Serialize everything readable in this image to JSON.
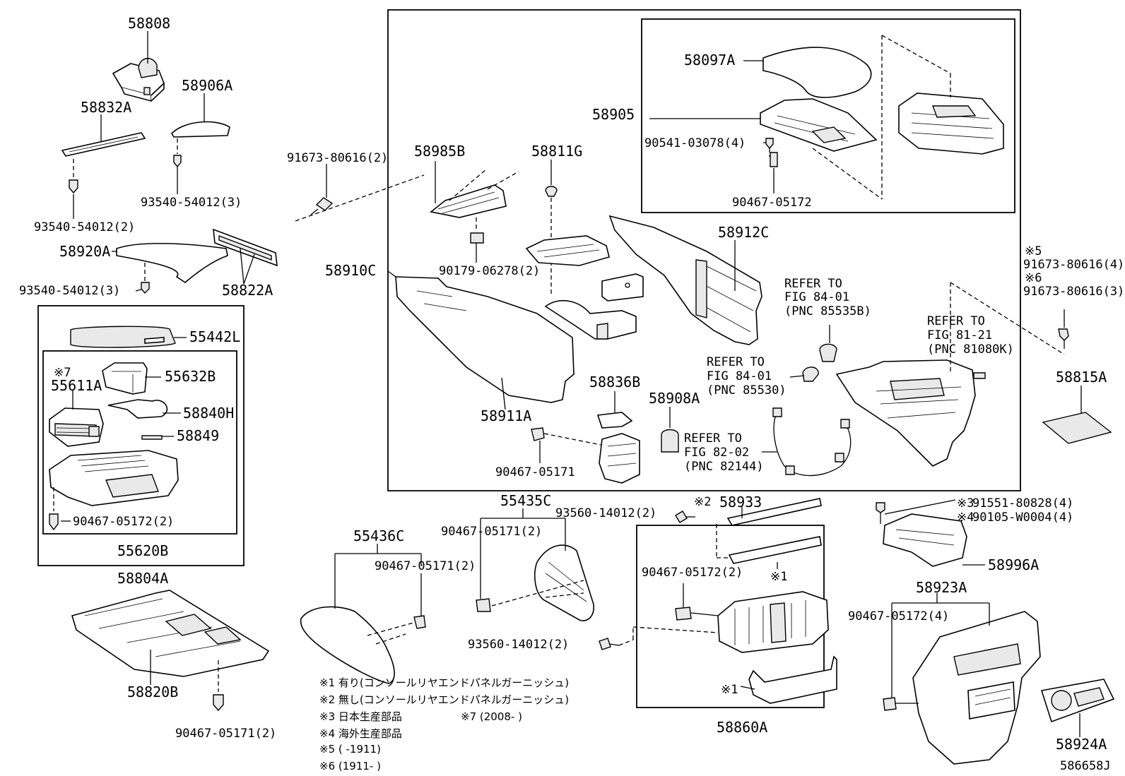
{
  "diagram": {
    "drawing_id": "586658J",
    "parts": {
      "p58808": "58808",
      "p58906A": "58906A",
      "p58832A": "58832A",
      "p93540_54012_3a": "93540-54012(3)",
      "p93540_54012_2": "93540-54012(2)",
      "p58920A": "58920A",
      "p93540_54012_3b": "93540-54012(3)",
      "p58822A": "58822A",
      "p55442L": "55442L",
      "p55632B": "55632B",
      "p55611A": "55611A",
      "p58840H": "58840H",
      "p58849": "58849",
      "p90467_05172_2a": "90467-05172(2)",
      "p55620B": "55620B",
      "p58804A": "58804A",
      "p58820B": "58820B",
      "p90467_05171_2a": "90467-05171(2)",
      "p91673_80616_2": "91673-80616(2)",
      "p58985B": "58985B",
      "p58811G": "58811G",
      "p90179_06278_2": "90179-06278(2)",
      "p58910C": "58910C",
      "p58911A": "58911A",
      "p58836B": "58836B",
      "p58908A": "58908A",
      "p90467_05171": "90467-05171",
      "p58097A": "58097A",
      "p58905": "58905",
      "p90541_03078_4": "90541-03078(4)",
      "p90467_05172": "90467-05172",
      "p58912C": "58912C",
      "p91673_80616_4": "91673-80616(4)",
      "p91673_80616_3": "91673-80616(3)",
      "p58815A": "58815A",
      "p55435C": "55435C",
      "p93560_14012_2a": "93560-14012(2)",
      "p90467_05171_2b": "90467-05171(2)",
      "p55436C": "55436C",
      "p90467_05171_2c": "90467-05171(2)",
      "p58933": "58933",
      "p90467_05172_2b": "90467-05172(2)",
      "p93560_14012_2b": "93560-14012(2)",
      "p58860A": "58860A",
      "p91551_80828_4": "91551-80828(4)",
      "p90105_W0004_4": "90105-W0004(4)",
      "p58996A": "58996A",
      "p58923A": "58923A",
      "p90467_05172_4": "90467-05172(4)",
      "p58924A": "58924A"
    },
    "markers": {
      "m7": "※7",
      "m5": "※5",
      "m6": "※6",
      "m2": "※2",
      "m1a": "※1",
      "m1b": "※1",
      "m3": "※3",
      "m4": "※4"
    },
    "refers": {
      "r1": [
        "REFER TO",
        "FIG 84-01",
        "(PNC 85535B)"
      ],
      "r2": [
        "REFER TO",
        "FIG 84-01",
        "(PNC 85530)"
      ],
      "r3": [
        "REFER TO",
        "FIG 82-02",
        "(PNC 82144)"
      ],
      "r4": [
        "REFER TO",
        "FIG 81-21",
        "(PNC 81080K)"
      ]
    },
    "notes": {
      "n1": "※1 有り(コンソールリヤエンドパネルガーニッシュ)",
      "n2": "※2 無し(コンソールリヤエンドパネルガーニッシュ)",
      "n3": "※3 日本生産部品",
      "n7": "※7 (2008-      )",
      "n4": "※4 海外生産部品",
      "n5": "※5 (      -1911)",
      "n6": "※6 (1911-      )"
    },
    "colors": {
      "ink": "#000000",
      "paper": "#ffffff"
    }
  }
}
